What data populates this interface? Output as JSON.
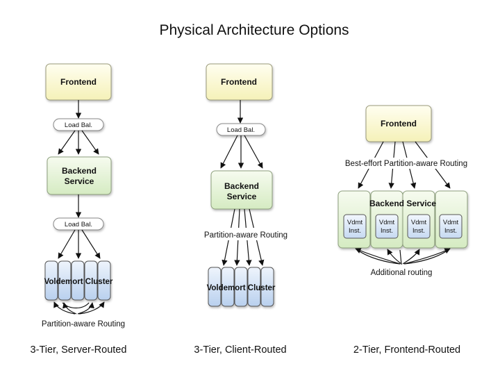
{
  "title": "Physical Architecture Options",
  "columns": [
    {
      "frontend": "Frontend",
      "load_balancer_1": "Load Bal.",
      "backend": [
        "Backend",
        "Service"
      ],
      "load_balancer_2": "Load Bal.",
      "cluster": "Voldemort Cluster",
      "routing_note": "Partition-aware Routing",
      "caption": "3-Tier, Server-Routed"
    },
    {
      "frontend": "Frontend",
      "load_balancer_1": "Load Bal.",
      "backend": [
        "Backend",
        "Service"
      ],
      "routing_note": "Partition-aware Routing",
      "cluster": "Voldemort Cluster",
      "caption": "3-Tier, Client-Routed"
    },
    {
      "frontend": "Frontend",
      "routing_note": "Best-effort Partition-aware Routing",
      "backend": "Backend Service",
      "instances": [
        [
          "Vdmt",
          "Inst."
        ],
        [
          "Vdmt",
          "Inst."
        ],
        [
          "Vdmt",
          "Inst."
        ],
        [
          "Vdmt",
          "Inst."
        ]
      ],
      "additional_note": "Additional routing",
      "caption": "2-Tier, Frontend-Routed"
    }
  ],
  "colors": {
    "frontend_fill": "#fbf8d0",
    "backend_fill": "#e8f4dc",
    "cluster_fill": "#d2e2f5",
    "pill_fill": "#ffffff",
    "instance_fill": "#dde9f7"
  }
}
